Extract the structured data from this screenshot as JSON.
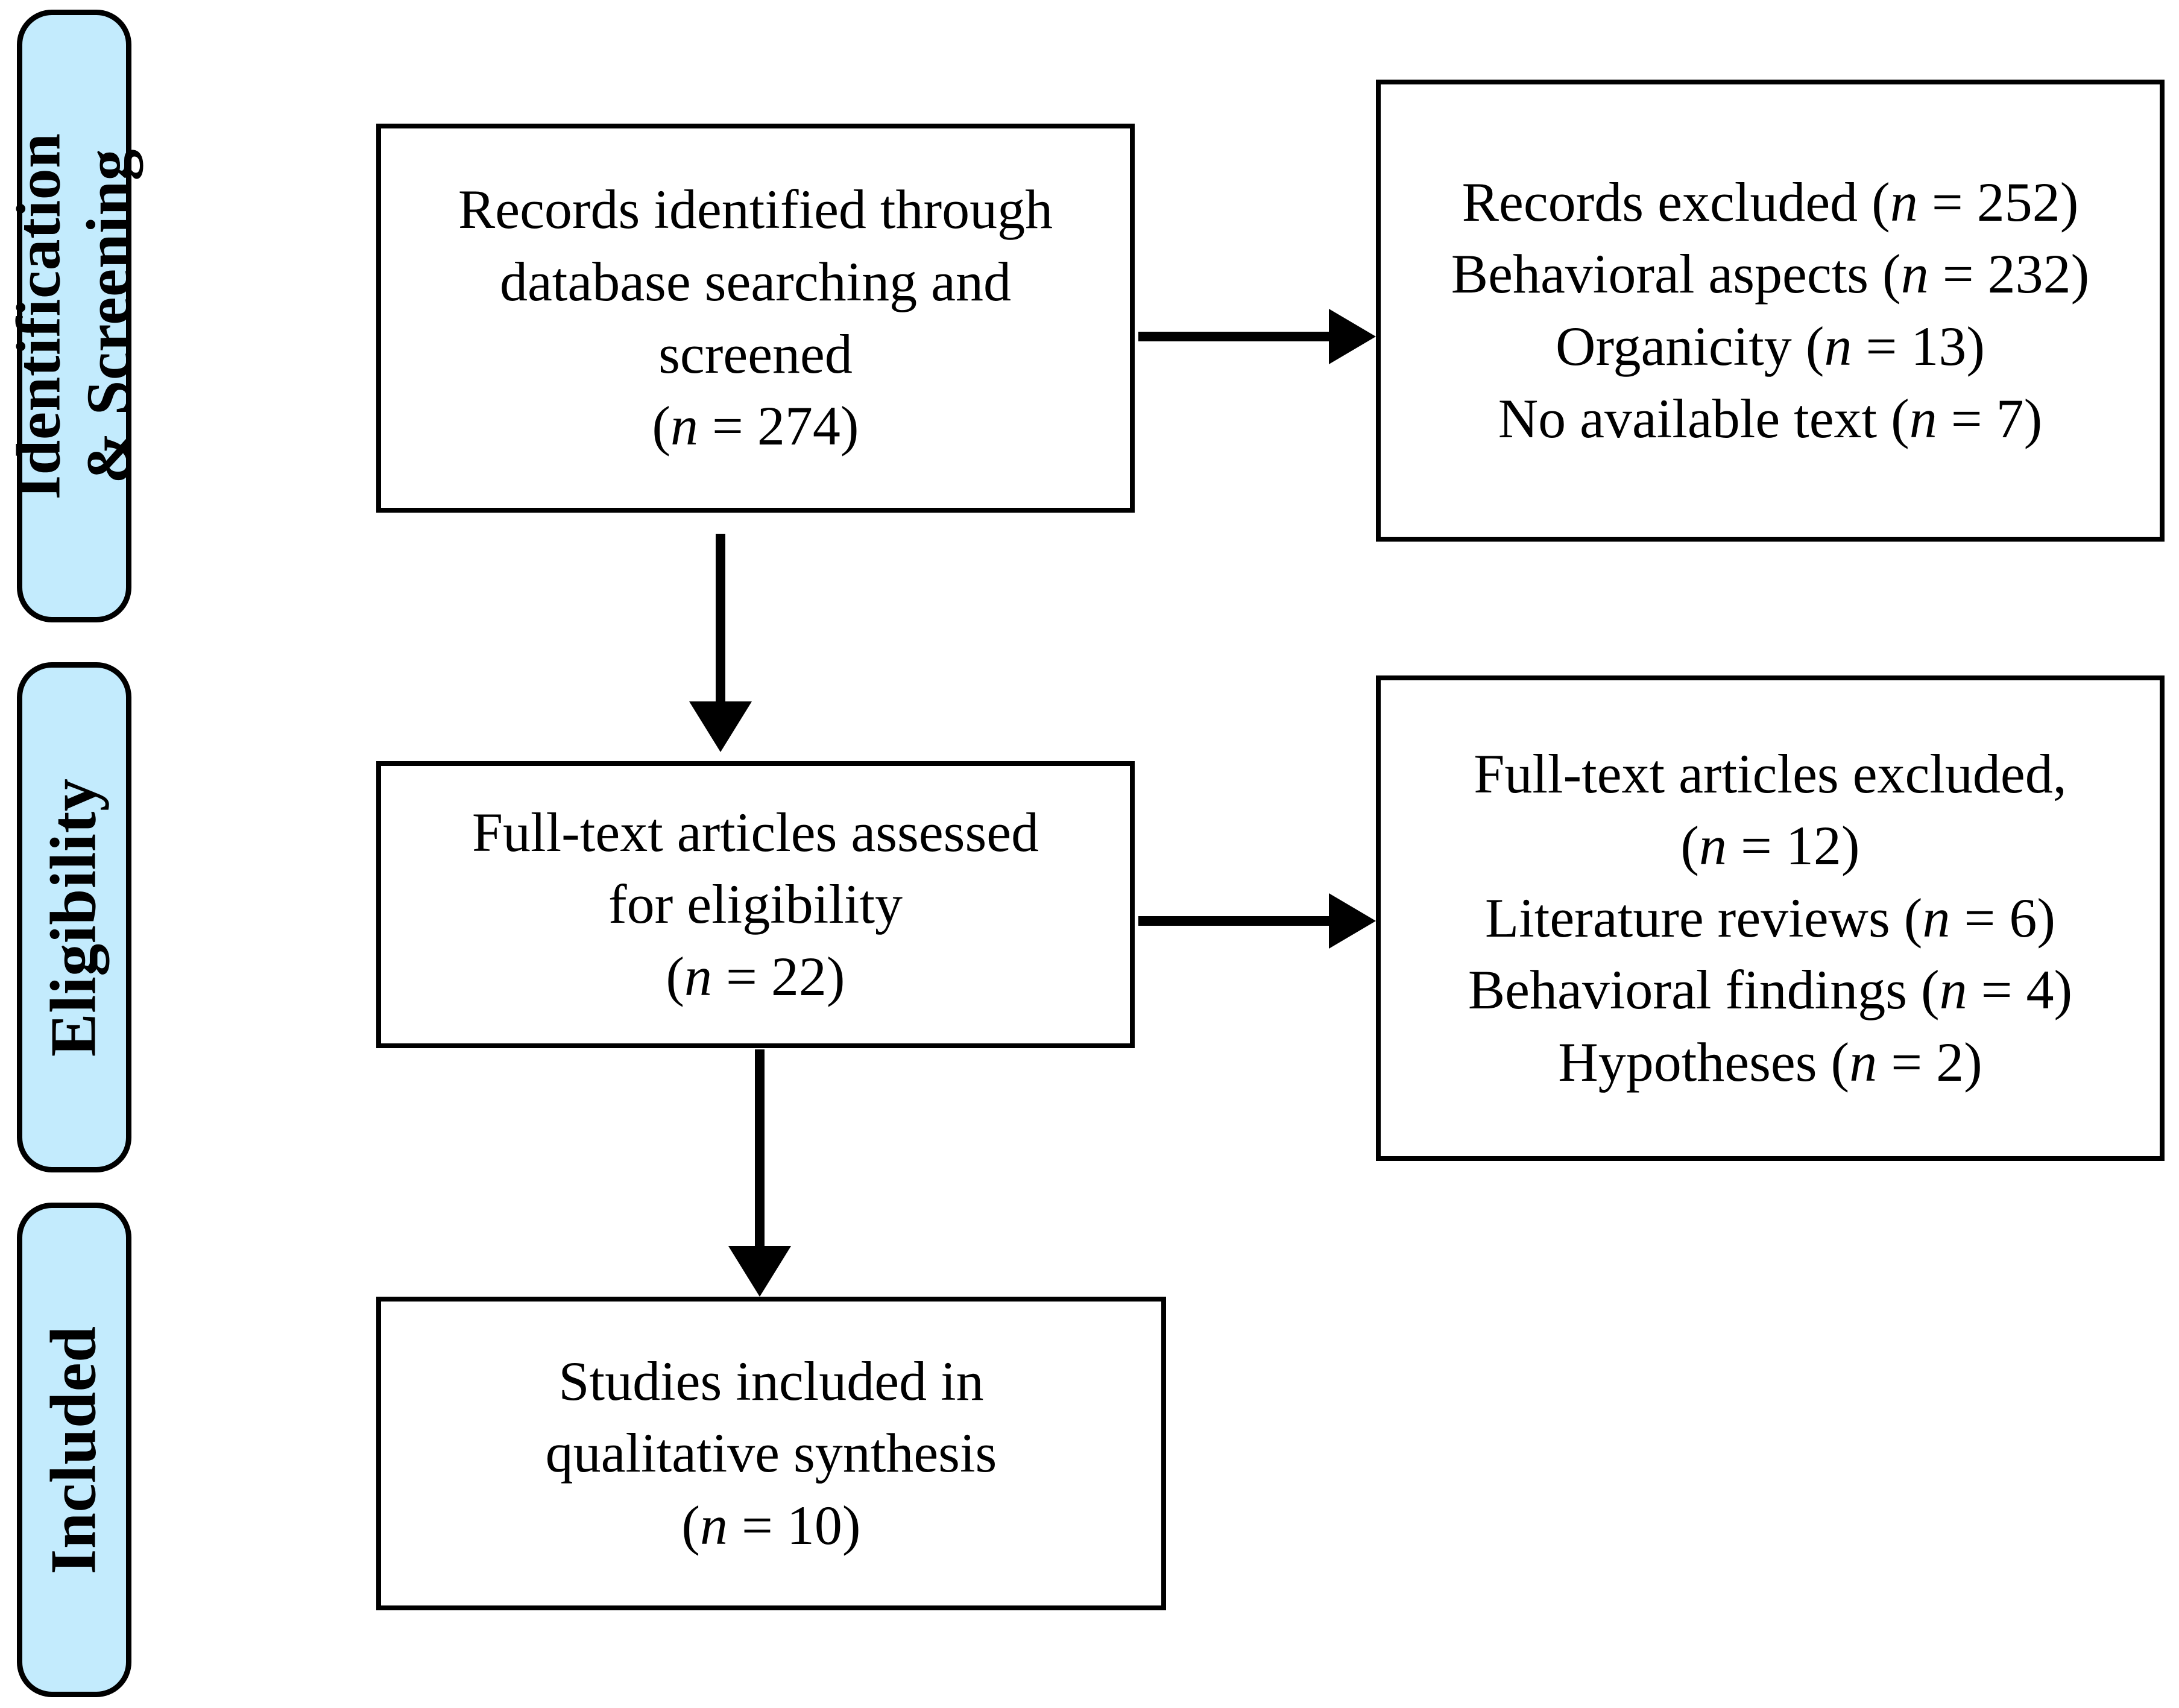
{
  "diagram": {
    "title": "PRISMA flow diagram",
    "accent_color": "#c3ebfd",
    "line_color": "#000000",
    "background_color": "#ffffff"
  },
  "stages": [
    {
      "id": "identification-screening",
      "label_line1": "Identification",
      "label_line2": "& Screening"
    },
    {
      "id": "eligibility",
      "label_line1": "Eligibility",
      "label_line2": ""
    },
    {
      "id": "included",
      "label_line1": "Included",
      "label_line2": ""
    }
  ],
  "boxes": {
    "records_identified": {
      "line1": "Records identified through",
      "line2": "database searching and",
      "line3": "screened",
      "line4_prefix": "(",
      "line4_var": "n",
      "line4_suffix": " = 274)"
    },
    "records_excluded": {
      "l1a": "Records excluded (",
      "l1n": "n",
      "l1b": " = 252)",
      "l2a": "Behavioral aspects (",
      "l2n": "n",
      "l2b": " = 232)",
      "l3a": "Organicity (",
      "l3n": "n",
      "l3b": " = 13)",
      "l4a": "No available text (",
      "l4n": "n",
      "l4b": " = 7)"
    },
    "fulltext_assessed": {
      "line1": "Full-text articles assessed",
      "line2": "for eligibility",
      "line3_prefix": "(",
      "line3_var": "n",
      "line3_suffix": " = 22)"
    },
    "fulltext_excluded": {
      "l1": "Full-text articles excluded,",
      "l2a": "(",
      "l2n": "n",
      "l2b": " = 12)",
      "l3a": "Literature reviews (",
      "l3n": "n",
      "l3b": " = 6)",
      "l4a": "Behavioral findings (",
      "l4n": "n",
      "l4b": " = 4)",
      "l5a": "Hypotheses (",
      "l5n": "n",
      "l5b": " = 2)"
    },
    "studies_included": {
      "line1": "Studies included in",
      "line2": "qualitative synthesis",
      "line3_prefix": "(",
      "line3_var": "n",
      "line3_suffix": " = 10)"
    }
  },
  "flow_counts": {
    "identified_screened": 274,
    "records_excluded_total": 252,
    "records_excluded_behavioral_aspects": 232,
    "records_excluded_organicity": 13,
    "records_excluded_no_text": 7,
    "fulltext_assessed": 22,
    "fulltext_excluded_total": 12,
    "fulltext_excluded_literature_reviews": 6,
    "fulltext_excluded_behavioral_findings": 4,
    "fulltext_excluded_hypotheses": 2,
    "studies_included": 10
  }
}
